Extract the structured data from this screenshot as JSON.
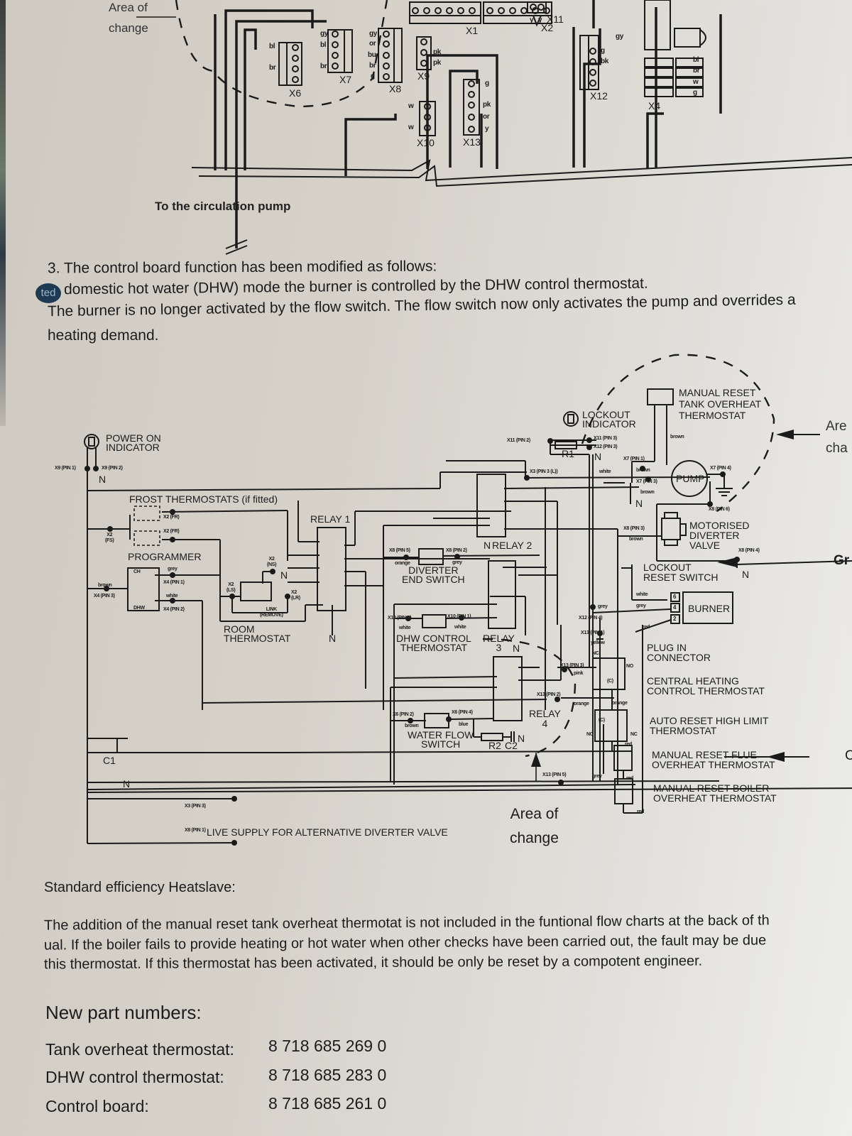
{
  "top_diagram": {
    "area_label_line1": "Area of",
    "area_label_line2": "change",
    "connectors": [
      "X6",
      "X7",
      "X8",
      "X9",
      "X1",
      "X2",
      "X11",
      "X12",
      "X10",
      "X13",
      "X4"
    ],
    "wire_codes": {
      "x6": [
        "bl",
        "br"
      ],
      "x7": [
        "gy",
        "bl",
        "br"
      ],
      "x8": [
        "gy",
        "or",
        "bu",
        "br",
        "g"
      ],
      "x9": [
        "pk",
        "pk"
      ],
      "x10": [
        "w",
        "w"
      ],
      "x11": [
        "y",
        "y"
      ],
      "x12": [
        "g",
        "bk"
      ],
      "x12_feed": "gy",
      "x13": [
        "g",
        "pk",
        "or",
        "y"
      ],
      "x4": [
        "bl",
        "br",
        "w",
        "g"
      ]
    },
    "pump_caption": "To the circulation pump"
  },
  "section3": {
    "heading": "3. The control board function has been modified as follows:",
    "line1": "domestic hot water (DHW) mode the burner is controlled by the DHW control thermostat.",
    "line2": "The burner is no longer activated by the flow switch. The flow switch now only activates the pump and overrides a",
    "line3": "heating demand.",
    "badge": "ted"
  },
  "schematic": {
    "power_on": [
      "POWER ON",
      "INDICATOR"
    ],
    "x9_pin1": "X9 (PIN 1)",
    "x9_pin2": "X9 (PIN 2)",
    "neutral": "N",
    "frost_title": "FROST THERMOSTATS (if fitted)",
    "x2_fr": "X2 (FR)",
    "x2_fs": [
      "X2",
      "(FS)"
    ],
    "programmer": "PROGRAMMER",
    "prog_ch": "CH",
    "prog_dhw": "DHW",
    "grey": "grey",
    "white": "white",
    "brown": "brown",
    "x4_pin1": "X4 (PIN 1)",
    "x4_pin2": "X4 (PIN 2)",
    "x4_pin3": "X4 (PIN 3)",
    "x2_ls": [
      "X2",
      "(LS)"
    ],
    "x2_ns": [
      "X2",
      "(NS)"
    ],
    "x2_lr": [
      "X2",
      "(LR)"
    ],
    "link_remove": [
      "LINK",
      "(REMOVE)"
    ],
    "room_thermostat": [
      "ROOM",
      "THERMOSTAT"
    ],
    "relay1": "RELAY 1",
    "relay2": "RELAY 2",
    "relay3": [
      "RELAY",
      "3"
    ],
    "relay4": [
      "RELAY",
      "4"
    ],
    "coil": "0000",
    "x11_pin2": "X11 (PIN 2)",
    "x3_pin3_l": "X3 (PIN 3 (L))",
    "r1": "R1",
    "lockout_indicator": [
      "LOCKOUT",
      "INDICATOR"
    ],
    "x11_pin3": "X11 (PIN 3)",
    "x12_pin3": "X12 (PIN 3)",
    "x8_pin5": "X8 (PIN 5)",
    "x8_pin2": "X8 (PIN 2)",
    "orange": "orange",
    "diverter_end_switch": [
      "DIVERTER",
      "END SWITCH"
    ],
    "x10_pin3": "X10 (PIN 3)",
    "x10_pin1": "X10 (PIN 1)",
    "dhw_control_thermostat": [
      "DHW CONTROL",
      "THERMOSTAT"
    ],
    "x6_pin2": "X6 (PIN 2)",
    "x6_pin4": "X6 (PIN 4)",
    "blue": "blue",
    "water_flow_switch": [
      "WATER FLOW",
      "SWITCH"
    ],
    "r2": "R2",
    "c2": "C2",
    "c1": "C1",
    "x13_pin1": "X13 (PIN 1)",
    "x13_pin2": "X13 (PIN 2)",
    "x13_pin3": "X13 (PIN 3)",
    "x13_pin5": "X13 (PIN 5)",
    "x12_pin4": "X12 (PIN 4)",
    "yellow": "yellow",
    "pink": "pink",
    "red": "red",
    "nc": "NC",
    "no": "NO",
    "c": "(C)",
    "manual_reset_tank": [
      "MANUAL RESET",
      "TANK OVERHEAT",
      "THERMOSTAT"
    ],
    "x7_pin1": "X7 (PIN 1)",
    "x7_pin3": "X7 (PIN 3)",
    "x7_pin4": "X7 (PIN 4)",
    "pump": "PUMP",
    "x8_pin6": "X8 (PIN 6)",
    "x8_pin3": "X8 (PIN 3)",
    "x8_pin4": "X8 (PIN 4)",
    "motorised_diverter_valve": [
      "MOTORISED",
      "DIVERTER",
      "VALVE"
    ],
    "lockout_reset_switch": [
      "LOCKOUT",
      "RESET SWITCH"
    ],
    "burner": "BURNER",
    "burner_pins": [
      "6",
      "4",
      "2"
    ],
    "plug_in_connector": [
      "PLUG IN",
      "CONNECTOR"
    ],
    "ch_control_thermostat": [
      "CENTRAL HEATING",
      "CONTROL THERMOSTAT"
    ],
    "auto_reset_high_limit": [
      "AUTO RESET HIGH LIMIT",
      "THERMOSTAT"
    ],
    "manual_reset_flue": [
      "MANUAL RESET FLUE",
      "OVERHEAT THERMOSTAT"
    ],
    "manual_reset_boiler": [
      "MANUAL RESET BOILER",
      "OVERHEAT THERMOSTAT"
    ],
    "x3_pin3": "X3 (PIN 3)",
    "x8_pin1": "X8 (PIN 1)",
    "live_supply": "LIVE SUPPLY FOR ALTERNATIVE DIVERTER VALVE",
    "area_of_change": [
      "Area of",
      "change"
    ],
    "right_margin_1": [
      "Are",
      "cha"
    ],
    "right_margin_2": "Gr",
    "right_margin_3": "C"
  },
  "heatslave": {
    "heading": "Standard efficiency Heatslave:",
    "line1": "The addition of the manual reset tank overheat thermotat is not included in the funtional flow charts at the back of th",
    "line2": "ual. If the boiler fails to provide heating or hot water when other checks have been carried out, the fault may be due",
    "line3": "this thermostat. If this thermostat has been activated, it should be only be reset by a compotent engineer."
  },
  "parts": {
    "heading": "New part numbers:",
    "items": [
      {
        "label": "Tank overheat thermostat:",
        "number": "8 718 685 269 0"
      },
      {
        "label": "DHW control thermostat:",
        "number": "8 718 685 283 0"
      },
      {
        "label": "Control board:",
        "number": "8 718 685 261 0"
      }
    ]
  }
}
